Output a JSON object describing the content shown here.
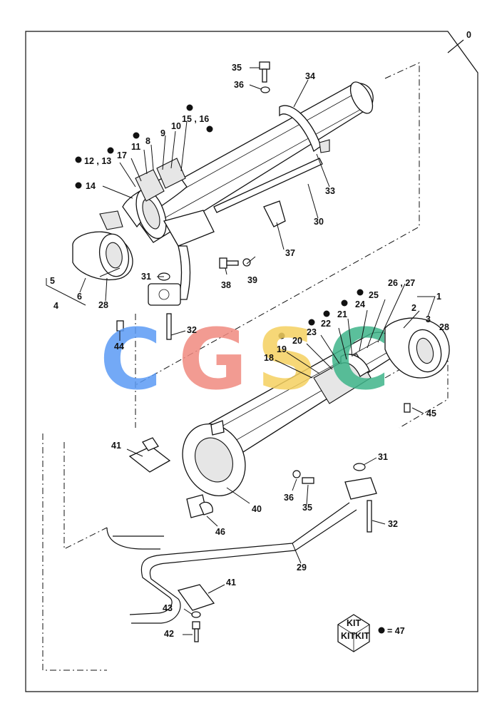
{
  "diagram": {
    "labels": [
      {
        "key": "l0",
        "text": "0"
      },
      {
        "key": "l35a",
        "text": "35"
      },
      {
        "key": "l36a",
        "text": "36"
      },
      {
        "key": "l34",
        "text": "34"
      },
      {
        "key": "l15",
        "text": "15 , 16"
      },
      {
        "key": "l11",
        "text": "11"
      },
      {
        "key": "l8",
        "text": "8"
      },
      {
        "key": "l9",
        "text": "9"
      },
      {
        "key": "l10",
        "text": "10"
      },
      {
        "key": "l17",
        "text": "17"
      },
      {
        "key": "l12",
        "text": "12 , 13"
      },
      {
        "key": "l14",
        "text": "14"
      },
      {
        "key": "l33",
        "text": "33"
      },
      {
        "key": "l30",
        "text": "30"
      },
      {
        "key": "l37",
        "text": "37"
      },
      {
        "key": "l38",
        "text": "38"
      },
      {
        "key": "l39",
        "text": "39"
      },
      {
        "key": "l31a",
        "text": "31"
      },
      {
        "key": "l5",
        "text": "5"
      },
      {
        "key": "l6",
        "text": "6"
      },
      {
        "key": "l4",
        "text": "4"
      },
      {
        "key": "l28a",
        "text": "28"
      },
      {
        "key": "l44",
        "text": "44"
      },
      {
        "key": "l32a",
        "text": "32"
      },
      {
        "key": "l26",
        "text": "26 , 27"
      },
      {
        "key": "l1",
        "text": "1"
      },
      {
        "key": "l25",
        "text": "25"
      },
      {
        "key": "l24",
        "text": "24"
      },
      {
        "key": "l2",
        "text": "2"
      },
      {
        "key": "l21",
        "text": "21"
      },
      {
        "key": "l22",
        "text": "22"
      },
      {
        "key": "l3",
        "text": "3"
      },
      {
        "key": "l28b",
        "text": "28"
      },
      {
        "key": "l23",
        "text": "23"
      },
      {
        "key": "l20",
        "text": "20"
      },
      {
        "key": "l19",
        "text": "19"
      },
      {
        "key": "l18",
        "text": "18"
      },
      {
        "key": "l45",
        "text": "45"
      },
      {
        "key": "l41a",
        "text": "41"
      },
      {
        "key": "l31b",
        "text": "31"
      },
      {
        "key": "l36b",
        "text": "36"
      },
      {
        "key": "l35b",
        "text": "35"
      },
      {
        "key": "l40",
        "text": "40"
      },
      {
        "key": "l46",
        "text": "46"
      },
      {
        "key": "l32b",
        "text": "32"
      },
      {
        "key": "l29",
        "text": "29"
      },
      {
        "key": "l41b",
        "text": "41"
      },
      {
        "key": "l43",
        "text": "43"
      },
      {
        "key": "l42",
        "text": "42"
      }
    ],
    "kit": {
      "box_text": "KIT",
      "legend": "= 47"
    },
    "watermark": {
      "letters": [
        "C",
        "G",
        "S",
        "C"
      ],
      "colors": [
        "#5b9bf5",
        "#f08a80",
        "#f5d160",
        "#3fb58a"
      ]
    }
  }
}
